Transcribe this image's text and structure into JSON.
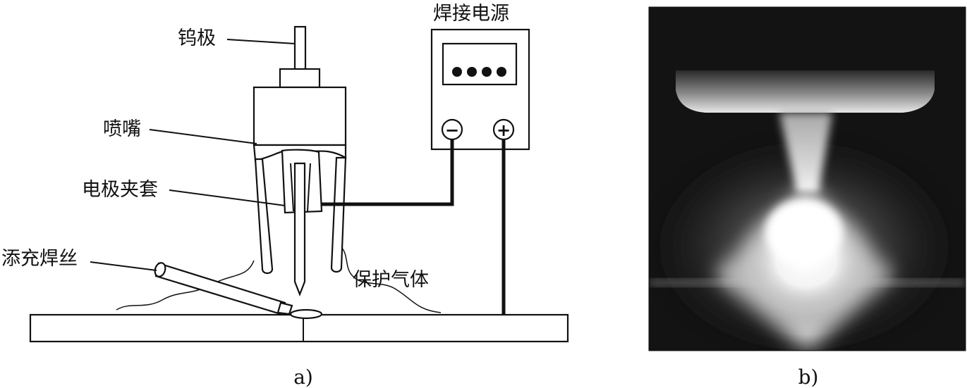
{
  "panel_a": {
    "caption": "a)",
    "labels": {
      "tungsten_electrode": "钨极",
      "nozzle": "喷嘴",
      "collet": "电极夹套",
      "filler_wire": "添充焊丝",
      "shielding_gas": "保护气体",
      "power_source": "焊接电源"
    },
    "terminals": {
      "negative": "−",
      "positive": "+"
    }
  },
  "panel_b": {
    "caption": "b)"
  }
}
